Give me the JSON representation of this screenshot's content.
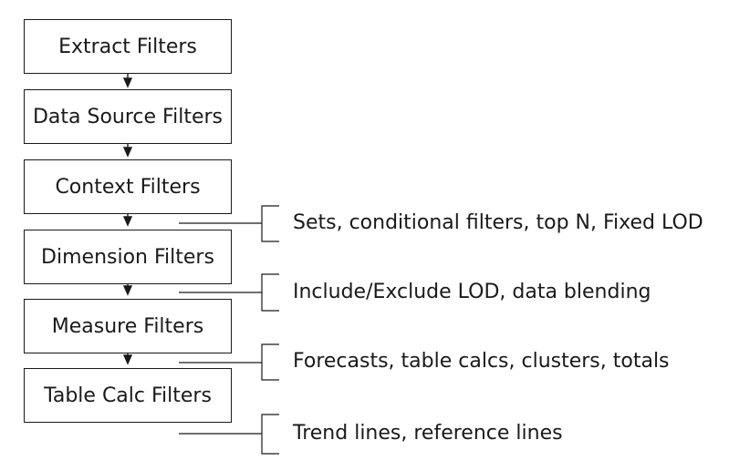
{
  "stages": [
    {
      "label": "Extract Filters"
    },
    {
      "label": "Data Source Filters"
    },
    {
      "label": "Context Filters"
    },
    {
      "label": "Dimension Filters"
    },
    {
      "label": "Measure Filters"
    },
    {
      "label": "Table Calc Filters"
    }
  ],
  "annotations": [
    {
      "label": "Sets, conditional filters, top N, Fixed LOD"
    },
    {
      "label": "Include/Exclude LOD, data blending"
    },
    {
      "label": "Forecasts, table calcs, clusters, totals"
    },
    {
      "label": "Trend lines, reference lines"
    }
  ],
  "colors": {
    "stroke": "#1a1a1a",
    "background": "#ffffff"
  }
}
